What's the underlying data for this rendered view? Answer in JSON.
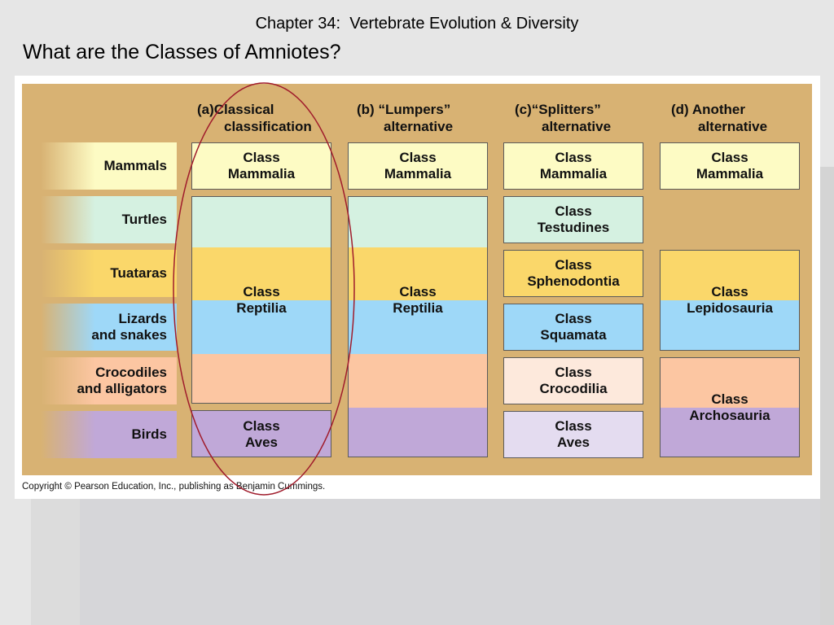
{
  "slide": {
    "chapter_title": "Chapter 34:  Vertebrate Evolution & Diversity",
    "question": "What are the Classes of Amniotes?"
  },
  "colors": {
    "panel_tan": "#d8b273",
    "mammals_yellow": "#fdfbc4",
    "turtles_green": "#d5f1e1",
    "tuataras_gold": "#fad76a",
    "lizards_blue": "#9ed8f8",
    "crocodiles_peach": "#fcc6a2",
    "birds_purple": "#c0a8d8",
    "highlight_ellipse": "#a01c2c"
  },
  "columns": [
    {
      "letter": "(a)",
      "line1": "Classical",
      "line2": "classification"
    },
    {
      "letter": "(b)",
      "line1": "“Lumpers”",
      "line2": "alternative"
    },
    {
      "letter": "(c)",
      "line1": "“Splitters”",
      "line2": "alternative"
    },
    {
      "letter": "(d)",
      "line1": "Another",
      "line2": "alternative"
    }
  ],
  "rows": [
    "Mammals",
    "Turtles",
    "Tuataras",
    "Lizards\nand snakes",
    "Crocodiles\nand alligators",
    "Birds"
  ],
  "classes": {
    "a": [
      "Class\nMammalia",
      "Class\nReptilia",
      "Class\nAves"
    ],
    "b": [
      "Class\nMammalia",
      "Class\nReptilia"
    ],
    "c": [
      "Class\nMammalia",
      "Class\nTestudines",
      "Class\nSphenodontia",
      "Class\nSquamata",
      "Class\nCrocodilia",
      "Class\nAves"
    ],
    "d": [
      "Class\nMammalia",
      "Class\nLepidosauria",
      "Class\nArchosauria"
    ]
  },
  "copyright": "Copyright © Pearson Education, Inc., publishing as Benjamin Cummings."
}
